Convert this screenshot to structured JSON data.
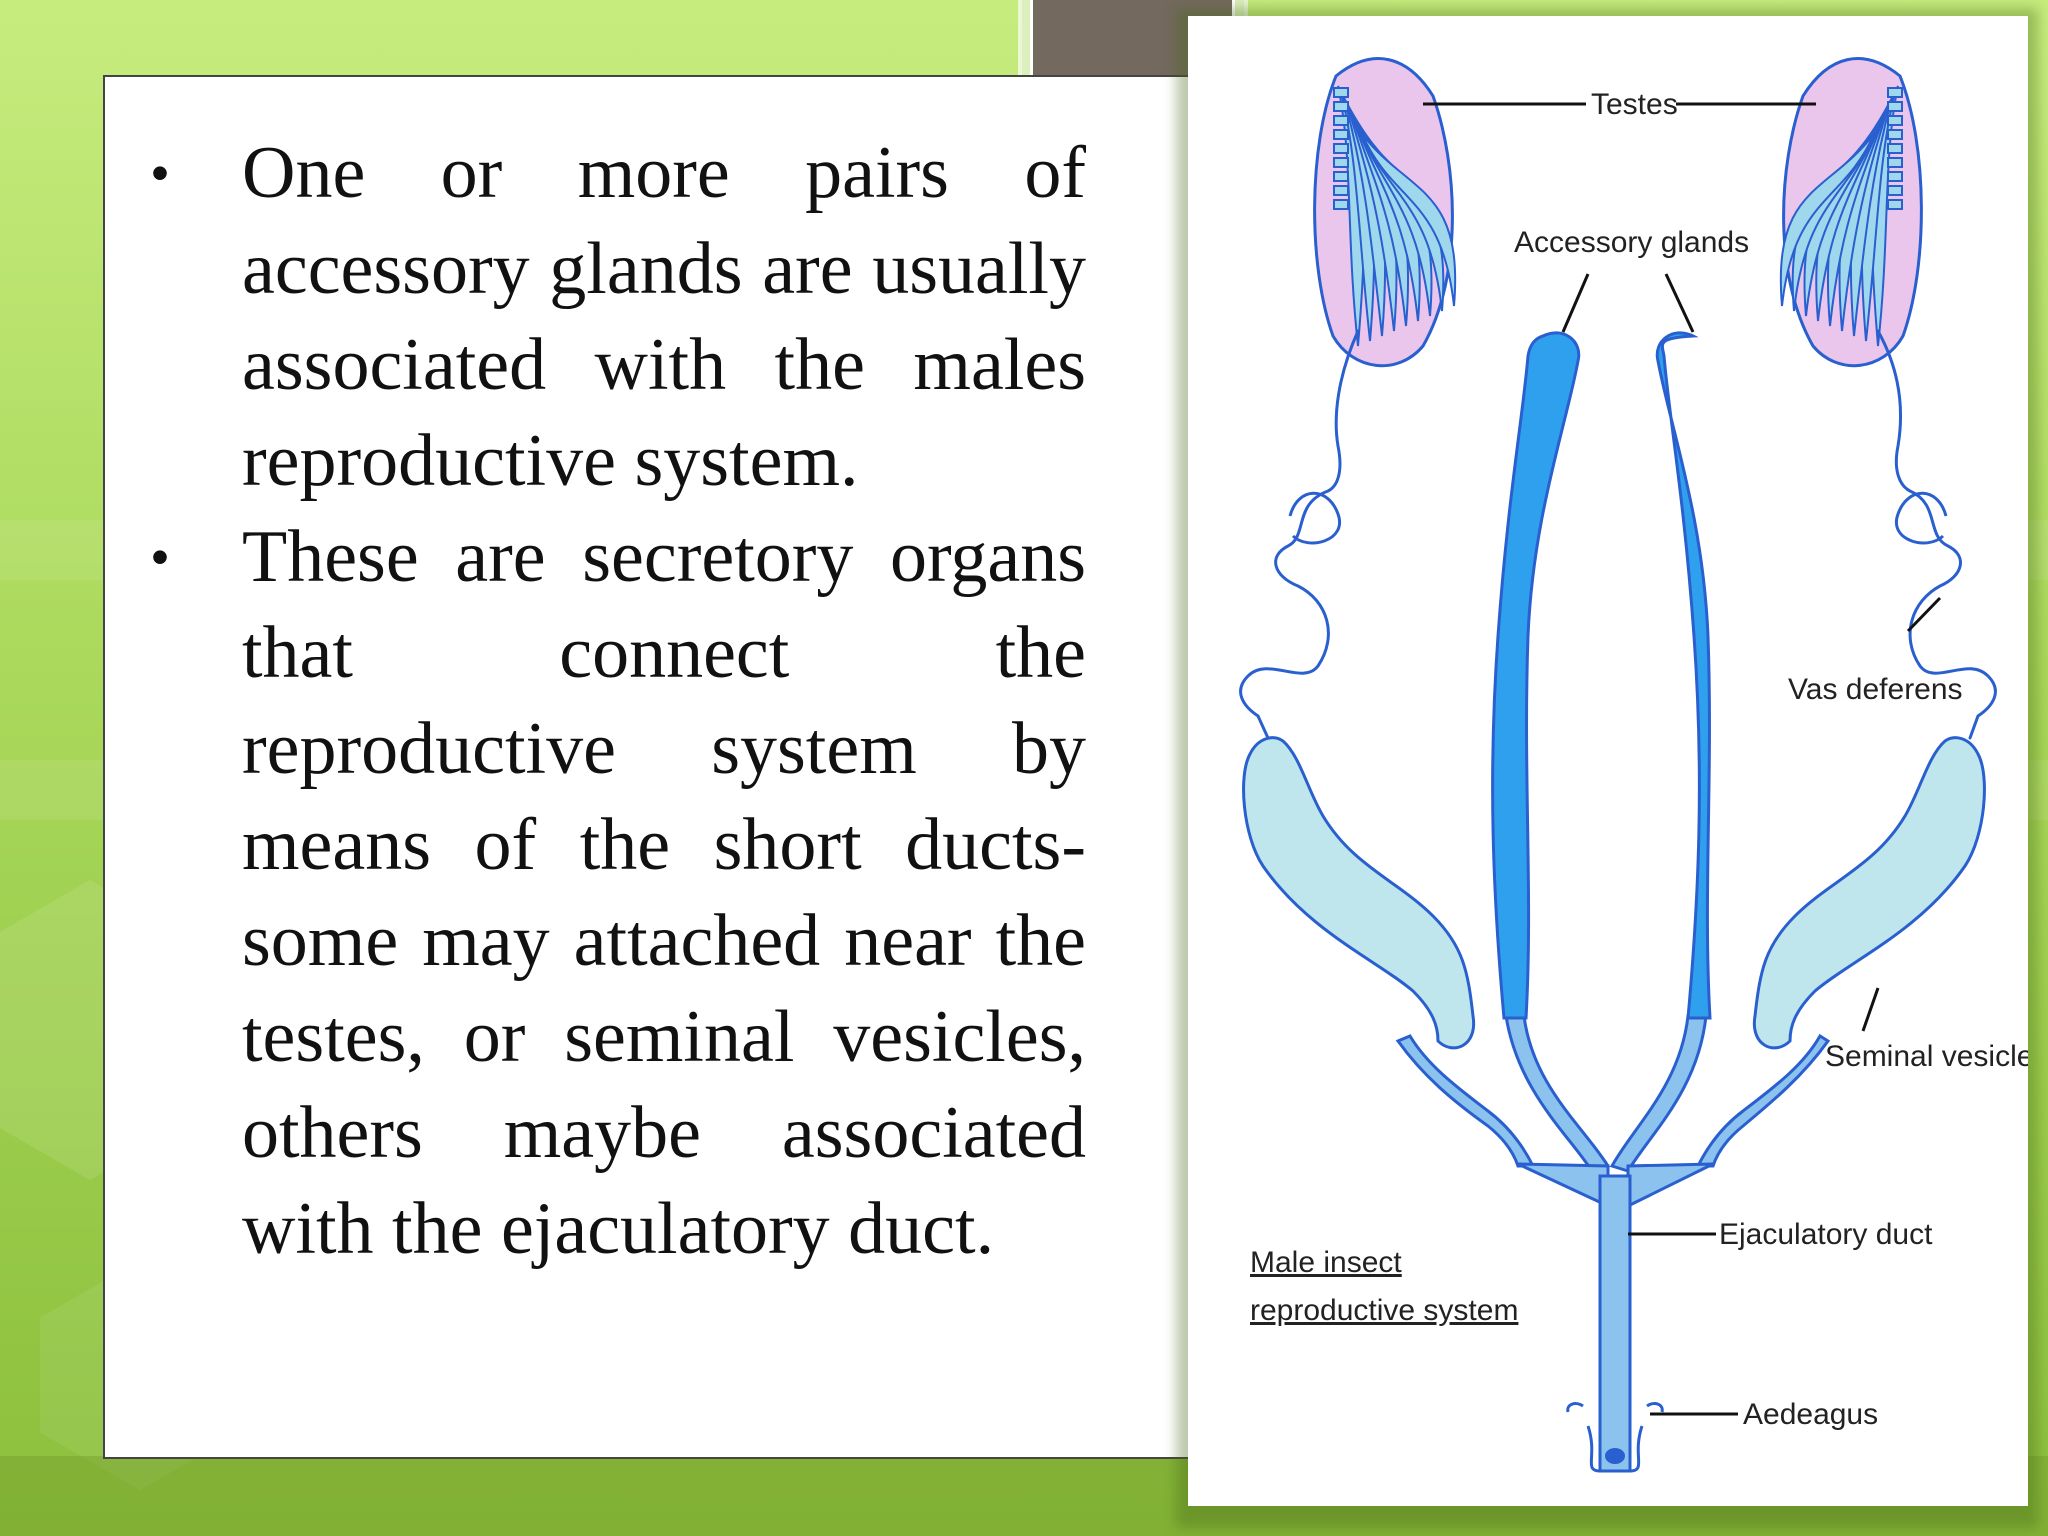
{
  "slide": {
    "bullets": [
      "One  or more pairs of accessory glands  are usually associated  with the males reproductive system.",
      "These  are  secretory organs that connect the reproductive  system  by means of the short ducts- some may attached  near the testes, or seminal vesicles, others maybe associated  with  the ejaculatory duct."
    ]
  },
  "diagram": {
    "labels": {
      "testes": "Testes",
      "accessory_glands": "Accessory glands",
      "vas_deferens": "Vas deferens",
      "seminal_vesicle": "Seminal vesicle",
      "ejaculatory_duct": "Ejaculatory duct",
      "aedeagus": "Aedeagus"
    },
    "caption_line1": "Male insect",
    "caption_line2": "reproductive system"
  },
  "colors": {
    "outline": "#2a5fcf",
    "testis_fill": "#eac6ec",
    "testis_lobe": "#9fd8ec",
    "gland_fill": "#2fa0ee",
    "vesicle_fill": "#bfe6ec",
    "duct_fill": "#8bc2ee"
  }
}
